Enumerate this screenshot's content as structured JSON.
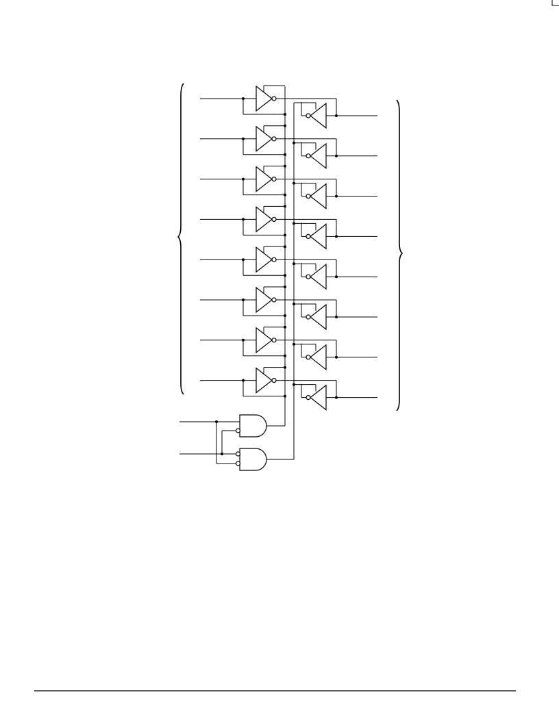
{
  "page": {
    "description_free": true
  },
  "diagram": {
    "stage_count": 8,
    "stages": [
      {
        "id": 1
      },
      {
        "id": 2
      },
      {
        "id": 3
      },
      {
        "id": 4
      },
      {
        "id": 5
      },
      {
        "id": 6
      },
      {
        "id": 7
      },
      {
        "id": 8
      }
    ],
    "control_gates": 2,
    "colors": {
      "line": "#000000",
      "background": "#ffffff"
    }
  }
}
